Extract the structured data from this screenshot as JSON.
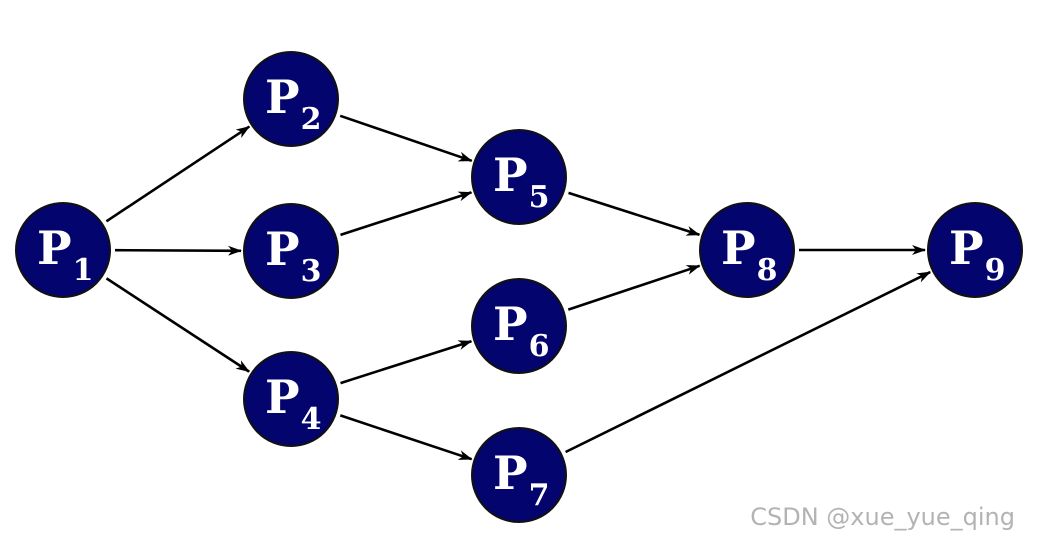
{
  "colors": {
    "node_fill": "#04046e",
    "node_text": "#ffffff",
    "edge": "#000000",
    "watermark": "#b3b3b3"
  },
  "nodes": [
    {
      "id": "P1",
      "letter": "P",
      "sub": "1"
    },
    {
      "id": "P2",
      "letter": "P",
      "sub": "2"
    },
    {
      "id": "P3",
      "letter": "P",
      "sub": "3"
    },
    {
      "id": "P4",
      "letter": "P",
      "sub": "4"
    },
    {
      "id": "P5",
      "letter": "P",
      "sub": "5"
    },
    {
      "id": "P6",
      "letter": "P",
      "sub": "6"
    },
    {
      "id": "P7",
      "letter": "P",
      "sub": "7"
    },
    {
      "id": "P8",
      "letter": "P",
      "sub": "8"
    },
    {
      "id": "P9",
      "letter": "P",
      "sub": "9"
    }
  ],
  "edges": [
    {
      "from": "P1",
      "to": "P2"
    },
    {
      "from": "P1",
      "to": "P3"
    },
    {
      "from": "P1",
      "to": "P4"
    },
    {
      "from": "P2",
      "to": "P5"
    },
    {
      "from": "P3",
      "to": "P5"
    },
    {
      "from": "P4",
      "to": "P6"
    },
    {
      "from": "P4",
      "to": "P7"
    },
    {
      "from": "P5",
      "to": "P8"
    },
    {
      "from": "P6",
      "to": "P8"
    },
    {
      "from": "P7",
      "to": "P9"
    },
    {
      "from": "P8",
      "to": "P9"
    }
  ],
  "watermark": {
    "text": "CSDN @xue_yue_qing"
  }
}
